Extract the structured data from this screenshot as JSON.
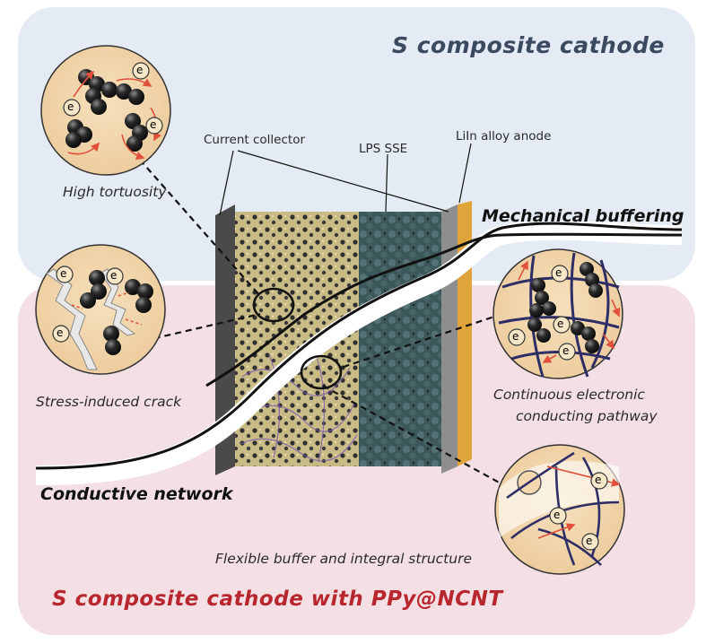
{
  "titles": {
    "top": "S composite cathode",
    "bottom": "S composite cathode with PPy@NCNT"
  },
  "cell_labels": {
    "current_collector": "Current collector",
    "electrolyte": "LPS SSE",
    "anode": "LiIn alloy anode"
  },
  "features": {
    "high_tortuosity": "High tortuosity",
    "stress_crack": "Stress-induced crack",
    "mechanical_buffering": "Mechanical buffering",
    "conductive_network": "Conductive network",
    "continuous_pathway_line1": "Continuous electronic",
    "continuous_pathway_line2": "conducting pathway",
    "flexible_buffer": "Flexible buffer and integral structure"
  },
  "electron_symbol": "e",
  "colors": {
    "top_panel": "#dfe8f2",
    "bottom_panel": "#f3dde1",
    "title_top": "#3b4a60",
    "title_bottom": "#b8262e",
    "inset_fill": "#f3d8b0",
    "sulfur": "#cdbf8e",
    "electrolyte": "#3f5a5d",
    "anode": "#e0a53a",
    "collector": "#4a4a4a",
    "arrow": "#e0503a",
    "cnt": "#3a3a72"
  }
}
